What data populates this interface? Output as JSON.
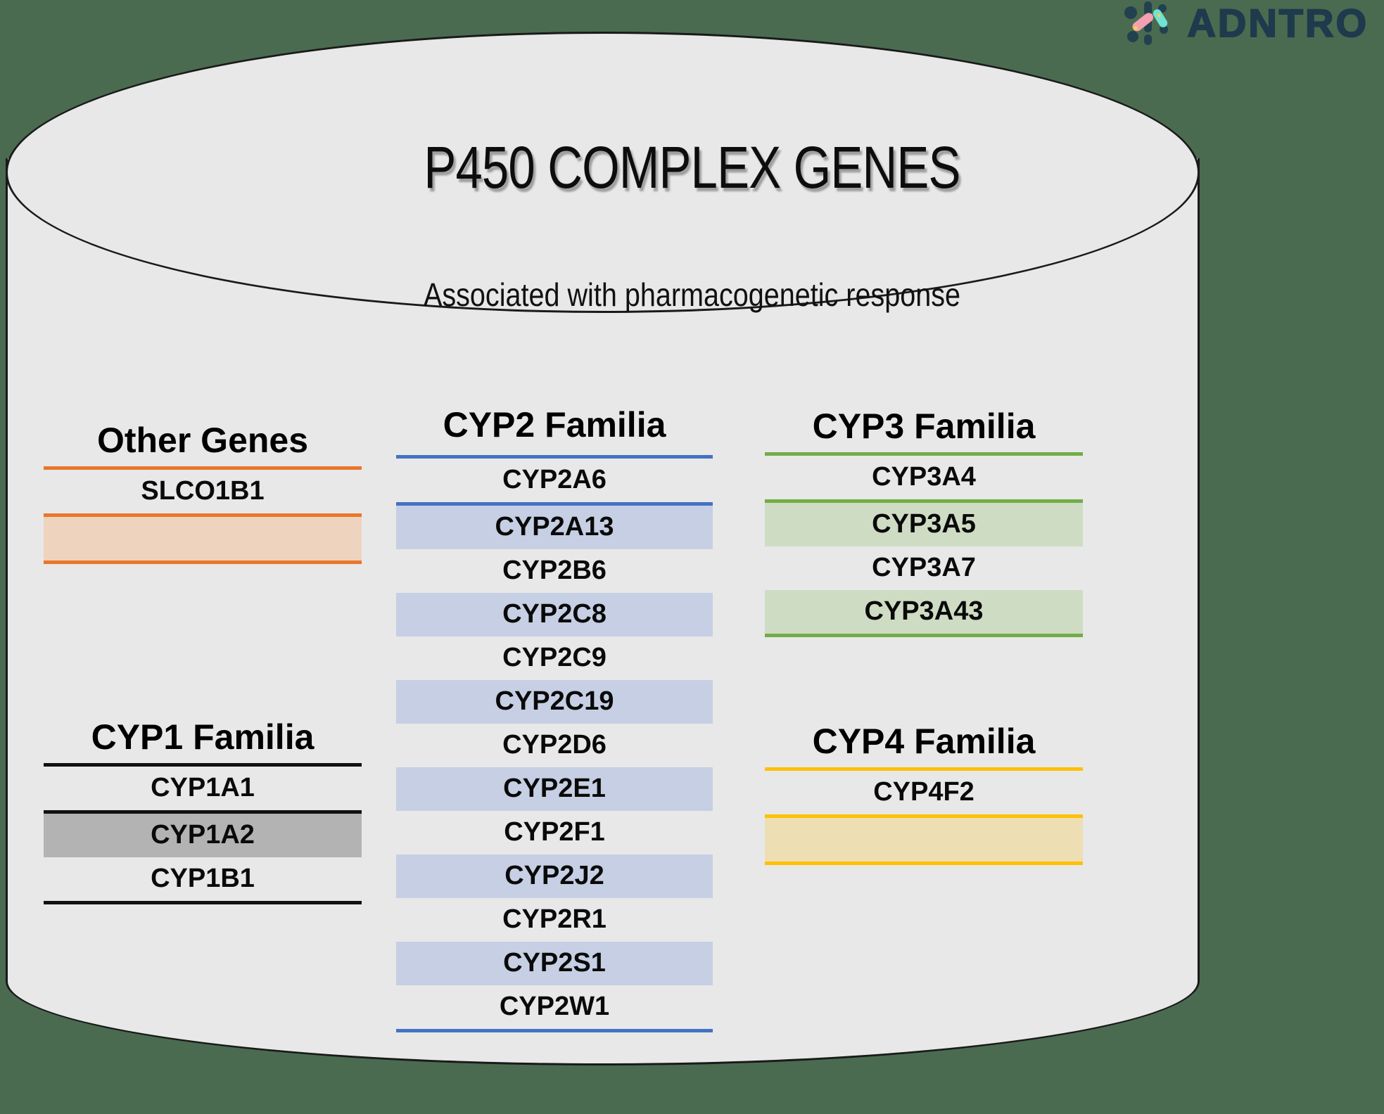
{
  "brand": {
    "name": "ADNTRO",
    "icon": "dna-logo-icon"
  },
  "header": {
    "title": "P450 COMPLEX GENES",
    "subtitle": "Associated with pharmacogenetic response"
  },
  "colors": {
    "background": "#4a6b4f",
    "cylinder": "#e8e8e8",
    "other_genes": "#e8762c",
    "cyp1": "#111111",
    "cyp2": "#4472c4",
    "cyp3": "#70ad47",
    "cyp4": "#ffc000"
  },
  "families": {
    "other": {
      "heading": "Other Genes",
      "genes": [
        "SLCO1B1"
      ]
    },
    "cyp1": {
      "heading": "CYP1 Familia",
      "genes": [
        "CYP1A1",
        "CYP1A2",
        "CYP1B1"
      ]
    },
    "cyp2": {
      "heading": "CYP2 Familia",
      "genes": [
        "CYP2A6",
        "CYP2A13",
        "CYP2B6",
        "CYP2C8",
        "CYP2C9",
        "CYP2C19",
        "CYP2D6",
        "CYP2E1",
        "CYP2F1",
        "CYP2J2",
        "CYP2R1",
        "CYP2S1",
        "CYP2W1"
      ]
    },
    "cyp3": {
      "heading": "CYP3 Familia",
      "genes": [
        "CYP3A4",
        "CYP3A5",
        "CYP3A7",
        "CYP3A43"
      ]
    },
    "cyp4": {
      "heading": "CYP4 Familia",
      "genes": [
        "CYP4F2"
      ]
    }
  }
}
